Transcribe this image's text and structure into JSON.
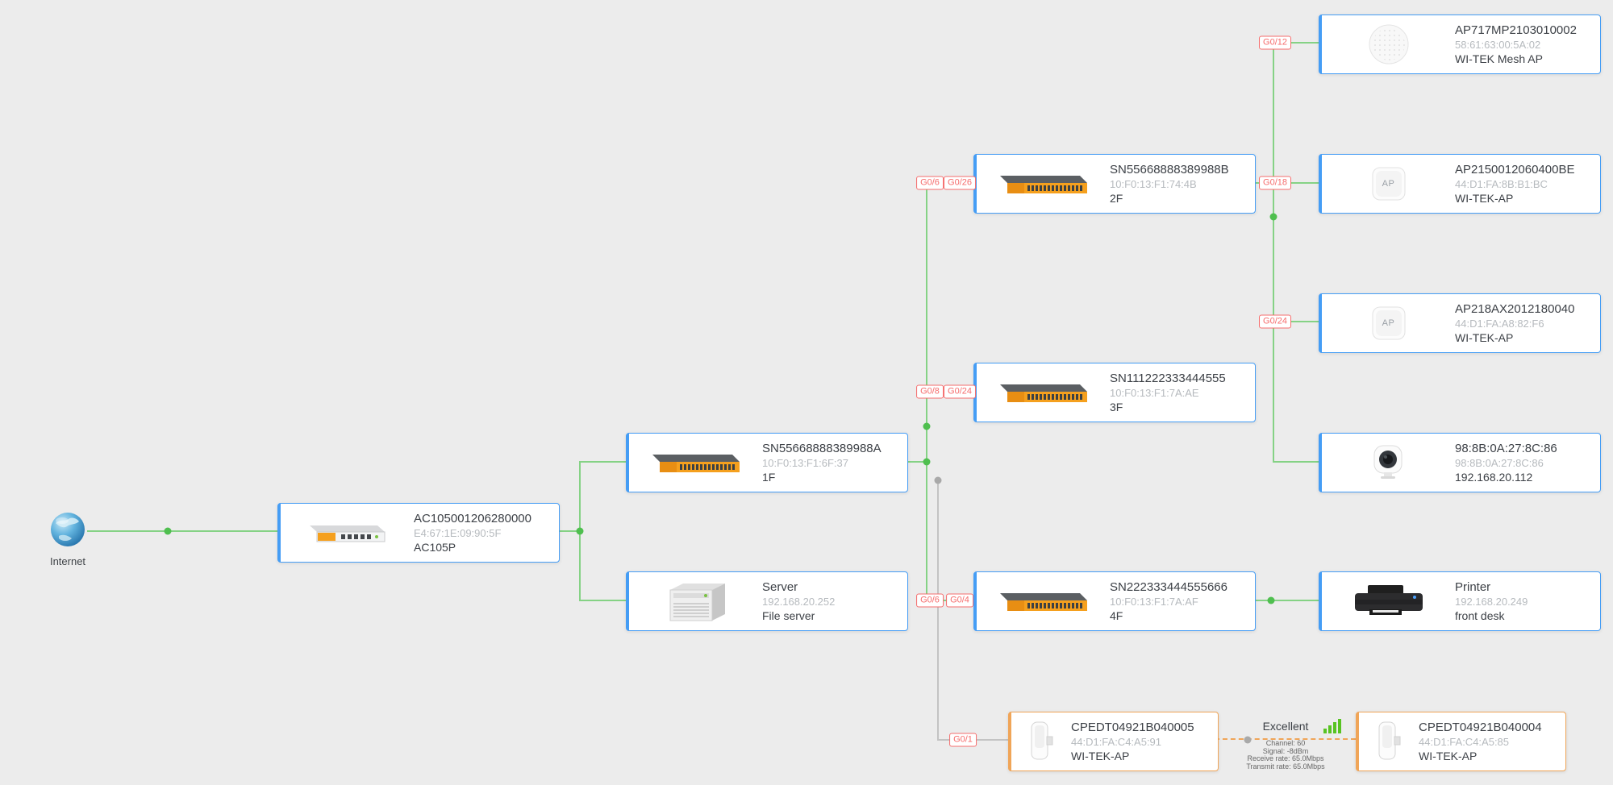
{
  "page": {
    "background": "#ececec"
  },
  "internet": {
    "label": "Internet"
  },
  "nodes": {
    "ac": {
      "name": "AC105001206280000",
      "mac": "E4:67:1E:09:90:5F",
      "note": "AC105P"
    },
    "sw1f": {
      "name": "SN55668888389988A",
      "mac": "10:F0:13:F1:6F:37",
      "note": "1F"
    },
    "server": {
      "name": "Server",
      "mac": "192.168.20.252",
      "note": "File server"
    },
    "sw2f": {
      "name": "SN55668888389988B",
      "mac": "10:F0:13:F1:74:4B",
      "note": "2F"
    },
    "sw3f": {
      "name": "SN111222333444555",
      "mac": "10:F0:13:F1:7A:AE",
      "note": "3F"
    },
    "sw4f": {
      "name": "SN222333444555666",
      "mac": "10:F0:13:F1:7A:AF",
      "note": "4F"
    },
    "mesh_ap": {
      "name": "AP717MP2103010002",
      "mac": "58:61:63:00:5A:02",
      "note": "WI-TEK Mesh AP"
    },
    "ap2150": {
      "name": "AP2150012060400BE",
      "mac": "44:D1:FA:8B:B1:BC",
      "note": "WI-TEK-AP"
    },
    "ap218": {
      "name": "AP218AX2012180040",
      "mac": "44:D1:FA:A8:82:F6",
      "note": "WI-TEK-AP"
    },
    "camera": {
      "name": "98:8B:0A:27:8C:86",
      "mac": "98:8B:0A:27:8C:86",
      "note": "192.168.20.112"
    },
    "printer": {
      "name": "Printer",
      "mac": "192.168.20.249",
      "note": "front desk"
    },
    "cpe1": {
      "name": "CPEDT04921B040005",
      "mac": "44:D1:FA:C4:A5:91",
      "note": "WI-TEK-AP"
    },
    "cpe2": {
      "name": "CPEDT04921B040004",
      "mac": "44:D1:FA:C4:A5:85",
      "note": "WI-TEK-AP"
    }
  },
  "ports": {
    "mesh_uplink": "G0/12",
    "sw2f_a": "G0/6",
    "sw2f_b": "G0/26",
    "ap2150_uplink": "G0/18",
    "ap218_uplink": "G0/24",
    "sw3f_a": "G0/8",
    "sw3f_b": "G0/24",
    "sw4f_a": "G0/6",
    "sw4f_b": "G0/4",
    "cpe_uplink": "G0/1"
  },
  "wireless_link": {
    "quality": "Excellent",
    "details": [
      "Channel: 60",
      "Signal: -8dBm",
      "Receive rate: 65.0Mbps",
      "Transmit rate: 65.0Mbps"
    ]
  },
  "icons": {
    "ap_badge": "AP"
  },
  "colors": {
    "wired_link": "#85d285",
    "link_dot": "#4fbf4f",
    "inactive_link": "#c3c3c3",
    "wireless_link": "#f0a558",
    "port_label": "#f56c6c",
    "device_border": "#459df5",
    "cpe_border": "#f0a558",
    "brand_orange": "#f5a01e"
  }
}
